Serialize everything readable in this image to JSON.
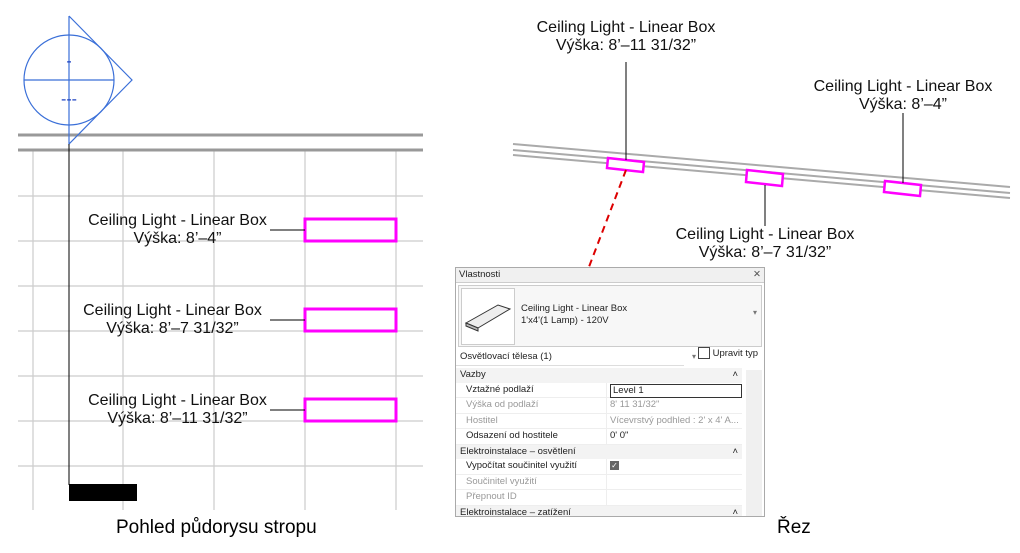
{
  "plan_view": {
    "caption": "Pohled půdorysu stropu",
    "section_marker": {
      "top": "-",
      "bottom": "---"
    },
    "tags": [
      {
        "name": "Ceiling Light - Linear Box",
        "height": "Výška: 8’–4”"
      },
      {
        "name": "Ceiling Light - Linear Box",
        "height": "Výška: 8’–7 31/32”"
      },
      {
        "name": "Ceiling Light - Linear Box",
        "height": "Výška: 8’–11 31/32”"
      }
    ]
  },
  "section_view": {
    "caption": "Řez",
    "tags": [
      {
        "name": "Ceiling Light - Linear Box",
        "height": "Výška: 8’–11 31/32”"
      },
      {
        "name": "Ceiling Light - Linear Box",
        "height": "Výška: 8’–4”"
      },
      {
        "name": "Ceiling Light - Linear Box",
        "height": "Výška: 8’–7 31/32”"
      }
    ]
  },
  "properties": {
    "title": "Vlastnosti",
    "close": "✕",
    "type_name": "Ceiling Light - Linear Box",
    "type_sub": "1'x4'(1 Lamp) - 120V",
    "filter": "Osvětlovací tělesa (1)",
    "edit_type": "Upravit typ",
    "groups": [
      {
        "label": "Vazby",
        "rows": [
          {
            "key": "Vztažné podlaží",
            "value": "Level 1"
          },
          {
            "key": "Výška od podlaží",
            "value": "8'  11 31/32\""
          },
          {
            "key": "Hostitel",
            "value": "Vícevrstvý podhled : 2' x 4' A..."
          },
          {
            "key": "Odsazení od hostitele",
            "value": "0'  0\""
          }
        ]
      },
      {
        "label": "Elektroinstalace – osvětlení",
        "rows": [
          {
            "key": "Vypočítat součinitel využití",
            "value": ""
          },
          {
            "key": "Součinitel využití",
            "value": ""
          },
          {
            "key": "Přepnout ID",
            "value": ""
          }
        ]
      },
      {
        "label": "Elektroinstalace – zatížení",
        "rows": []
      }
    ]
  }
}
